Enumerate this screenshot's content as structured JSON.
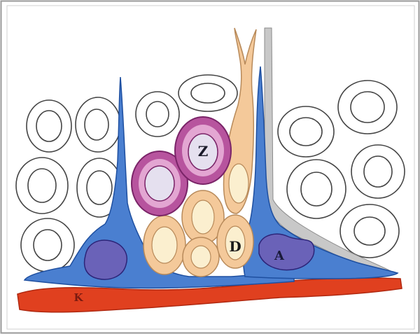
{
  "labels": {
    "z": "Z",
    "d": "D",
    "a": "A",
    "k": "K"
  },
  "colors": {
    "background": "#ffffff",
    "frame": "#9a9a9a",
    "cell_outline": "#444444",
    "blue_cell": "#4a7fd0",
    "blue_cell_edge": "#1e4fa0",
    "nucleus": "#6a62b8",
    "nucleus_edge": "#2c2478",
    "magenta_ring": "#b7549e",
    "magenta_edge": "#7a2468",
    "magenta_core": "#e5e0ef",
    "peach": "#f4c99a",
    "peach_edge": "#b88a5a",
    "peach_core": "#fbefcf",
    "red_band": "#e0401f",
    "gray_stalk": "#c8c8c8"
  },
  "icons": {
    "figure": "cell-layer-diagram"
  }
}
